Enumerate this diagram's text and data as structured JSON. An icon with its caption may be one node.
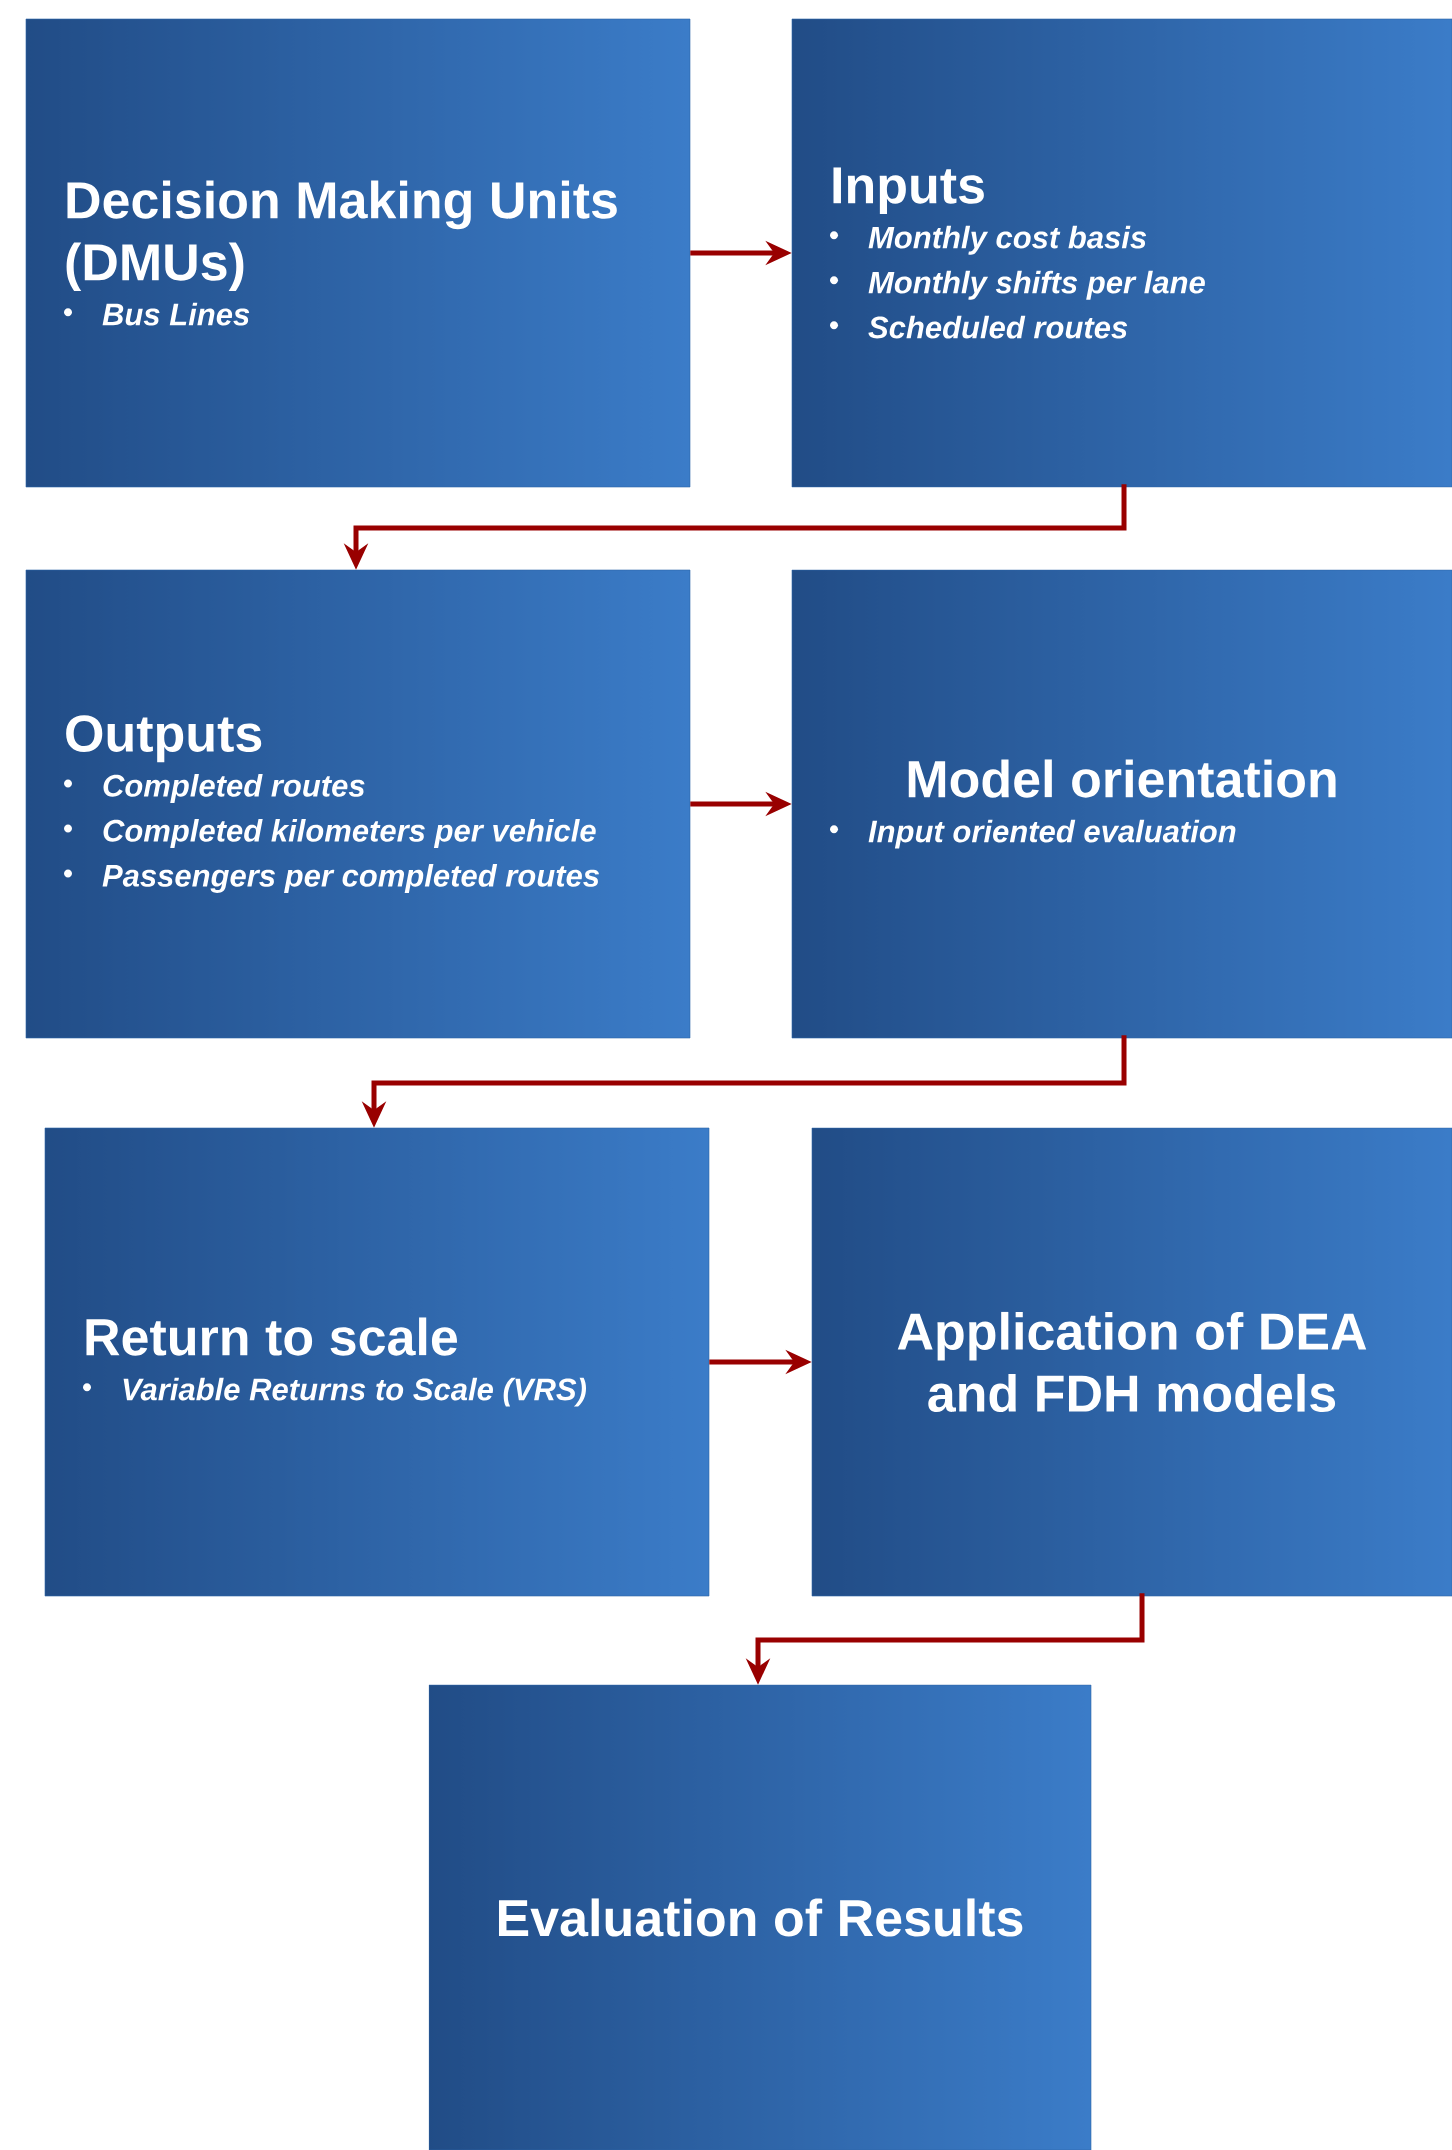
{
  "diagram": {
    "nodes": [
      {
        "text": [
          "Decision Making Units (DMUs)",
          "Bus Lines"
        ]
      },
      {
        "text": [
          "Inputs",
          "Monthly cost basis",
          "Monthly shifts per lane",
          "Scheduled routes"
        ]
      },
      {
        "text": [
          "Outputs",
          "Completed routes",
          "Completed kilometers per vehicle",
          "Passengers per completed routes"
        ]
      },
      {
        "text": [
          "Model orientation",
          "Input oriented evaluation"
        ]
      },
      {
        "text": [
          "Return to scale",
          "Variable Returns to Scale (VRS)"
        ]
      },
      {
        "text": [
          "Application of DEA and FDH models"
        ]
      },
      {
        "text": [
          "Evaluation of Results"
        ]
      }
    ],
    "edges": [
      {
        "from": 0,
        "to": 1,
        "arrow": "to"
      },
      {
        "from": 1,
        "to": 2,
        "arrow": "to"
      },
      {
        "from": 2,
        "to": 3,
        "arrow": "to"
      },
      {
        "from": 3,
        "to": 4,
        "arrow": "to"
      },
      {
        "from": 4,
        "to": 5,
        "arrow": "to"
      },
      {
        "from": 5,
        "to": 6,
        "arrow": "to"
      }
    ]
  }
}
